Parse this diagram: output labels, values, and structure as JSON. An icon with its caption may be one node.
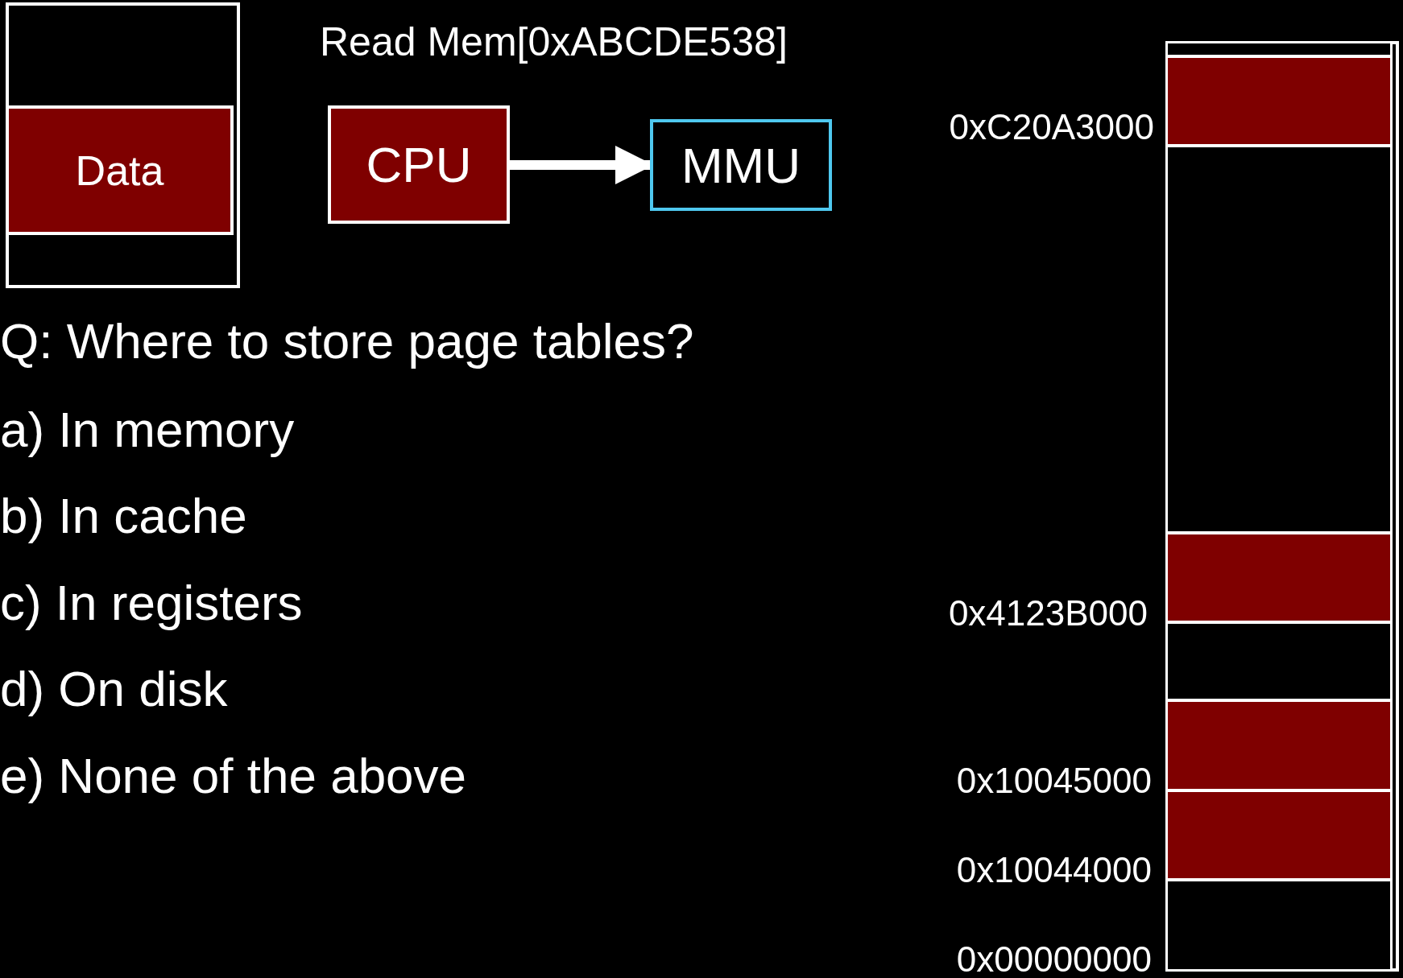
{
  "diagram": {
    "nodes": [
      {
        "text": [],
        "shape": "box"
      },
      {
        "text": [
          "Data"
        ],
        "in": 0
      },
      {
        "text": [
          "CPU"
        ]
      },
      {
        "text": [
          "MMU"
        ]
      },
      {
        "text": [],
        "shape": "box"
      },
      {
        "text": [],
        "shape": "box",
        "in": 4
      },
      {
        "text": [],
        "shape": "box",
        "in": 4
      },
      {
        "text": [],
        "shape": "box",
        "in": 4
      },
      {
        "text": [],
        "shape": "box",
        "in": 4
      },
      {
        "text": [],
        "shape": "box",
        "in": 4
      },
      {
        "text": [],
        "shape": "box",
        "in": 4
      },
      {
        "text": [],
        "shape": "box",
        "in": 4
      },
      {
        "text": [],
        "shape": "box",
        "in": 4
      }
    ],
    "edges": [
      {
        "from": 2,
        "to": 3,
        "arrow": "to"
      }
    ],
    "labels": [
      "Read Mem[0xABCDE538]",
      "0xC20A3000",
      "Q: Where to store page tables?",
      "a) In memory",
      "b) In cache",
      "c) In registers",
      "0x4123B000",
      "d) On disk",
      "0x10045000",
      "e) None of the above",
      "0x10044000",
      "0x00000000"
    ]
  }
}
